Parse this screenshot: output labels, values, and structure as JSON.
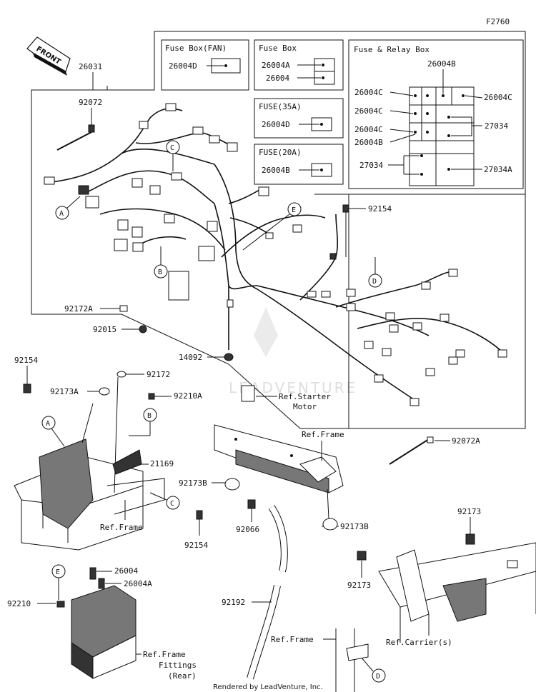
{
  "diagram_code": "F2760",
  "front_arrow": "FRONT",
  "watermark": "LEADVENTURE",
  "credit": "Rendered by LeadVenture, Inc.",
  "boxes": {
    "fan": {
      "title": "Fuse Box(FAN)",
      "parts": [
        "26004D"
      ]
    },
    "fuse": {
      "title": "Fuse Box",
      "parts": [
        "26004A",
        "26004"
      ]
    },
    "fuse35": {
      "title": "FUSE(35A)",
      "parts": [
        "26004D"
      ]
    },
    "fuse20": {
      "title": "FUSE(20A)",
      "parts": [
        "26004B"
      ]
    },
    "relay": {
      "title": "Fuse & Relay Box",
      "labels": [
        "26004B",
        "26004C",
        "26004C",
        "26004C",
        "26004C",
        "26004B",
        "27034",
        "27034",
        "27034A"
      ]
    }
  },
  "callouts": [
    "A",
    "B",
    "C",
    "D",
    "E"
  ],
  "parts": {
    "p26031": "26031",
    "p92072": "92072",
    "p92172A": "92172A",
    "p92015": "92015",
    "p14092": "14092",
    "p92154_top": "92154",
    "p92154_left": "92154",
    "p92154_bottom": "92154",
    "p92173A": "92173A",
    "p92172": "92172",
    "p92210A": "92210A",
    "p21169": "21169",
    "p92072A": "92072A",
    "p92173B_1": "92173B",
    "p92173B_2": "92173B",
    "p92066": "92066",
    "p92173_1": "92173",
    "p92173_2": "92173",
    "p26004": "26004",
    "p26004A": "26004A",
    "p92210": "92210",
    "p92192": "92192"
  },
  "refs": {
    "starter_1": "Ref.Starter",
    "starter_2": "Motor",
    "frame_top": "Ref.Frame",
    "frame_left": "Ref.Frame",
    "frame_bottom": "Ref.Frame",
    "fittings_1": "Ref.Frame",
    "fittings_2": "Fittings",
    "fittings_3": "(Rear)",
    "carrier": "Ref.Carrier(s)"
  }
}
